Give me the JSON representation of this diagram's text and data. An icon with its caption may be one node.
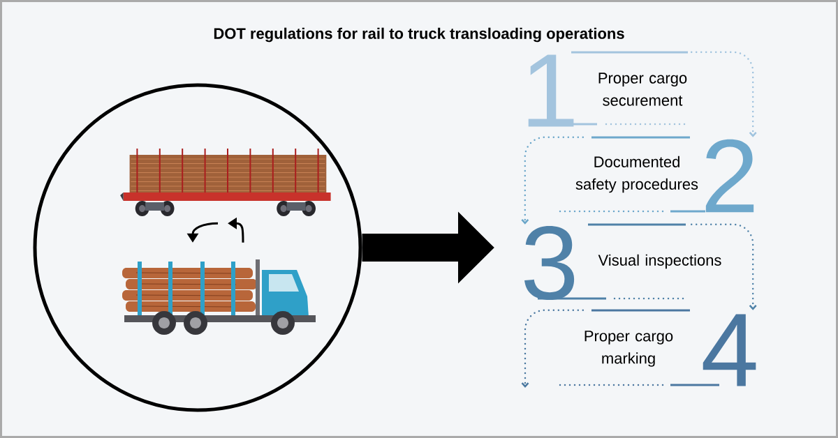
{
  "diagram": {
    "title": "DOT regulations for rail to truck transloading operations",
    "nodes": [
      {
        "text": [],
        "shape": "circle"
      },
      {
        "text": [],
        "shape": "picture",
        "in": 0
      },
      {
        "text": [],
        "shape": "picture",
        "in": 0
      },
      {
        "text": [
          "1",
          "Proper cargo securement"
        ]
      },
      {
        "text": [
          "Documented safety procedures",
          "2"
        ]
      },
      {
        "text": [
          "3",
          "Visual inspections"
        ]
      },
      {
        "text": [
          "Proper cargo marking",
          "4"
        ]
      }
    ],
    "edges": [
      {
        "from": 1,
        "to": 2,
        "arrow": "to"
      },
      {
        "from": 2,
        "to": 1,
        "arrow": "to"
      },
      {
        "from": 0,
        "to": null,
        "arrow": "to",
        "style": "thick"
      },
      {
        "from": 3,
        "to": 4,
        "arrow": "to",
        "style": "dashed",
        "color": "#9fc3de"
      },
      {
        "from": 4,
        "to": 5,
        "arrow": "to",
        "style": "dashed",
        "color": "#6aa6c9"
      },
      {
        "from": 5,
        "to": 6,
        "arrow": "to",
        "style": "dashed",
        "color": "#4f82a8"
      },
      {
        "from": 6,
        "to": null,
        "arrow": "to",
        "style": "dashed",
        "color": "#4a78a0"
      }
    ]
  }
}
